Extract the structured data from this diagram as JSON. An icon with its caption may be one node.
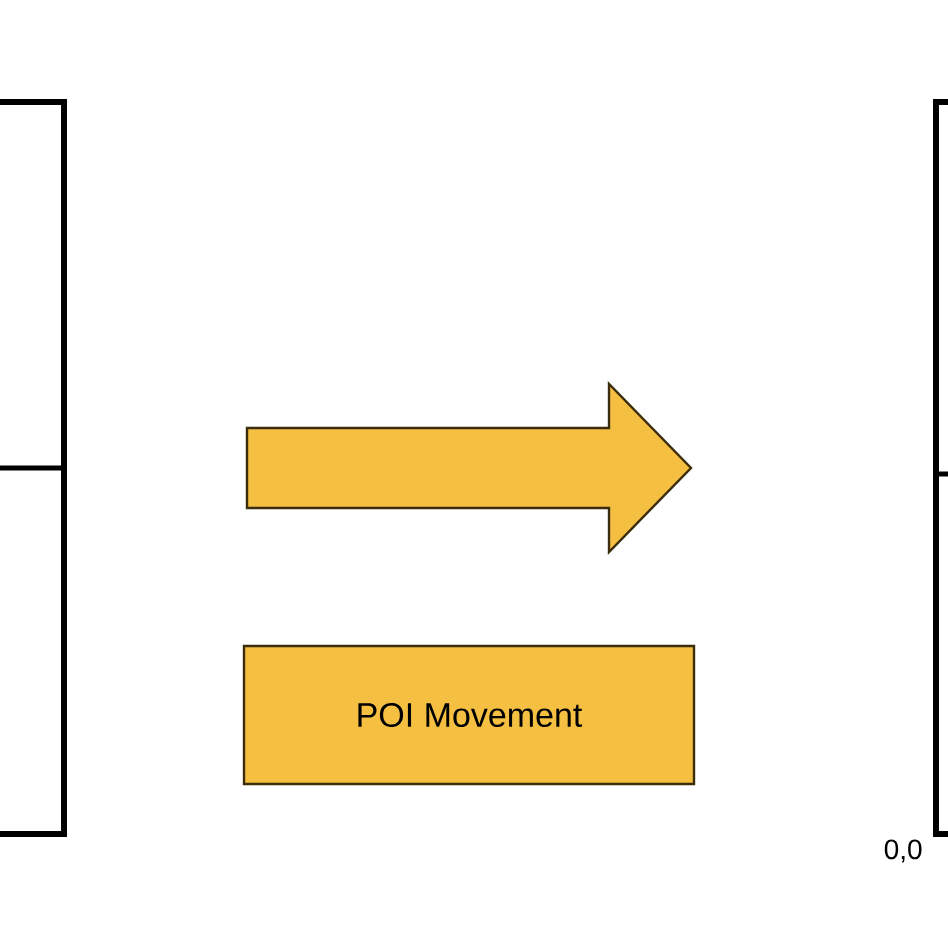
{
  "diagram": {
    "nodes": [
      {
        "text": [],
        "shape": "box"
      },
      {
        "text": [],
        "shape": "box"
      },
      {
        "text": [
          "POI Movement"
        ]
      }
    ],
    "edges": [
      {
        "from": 0,
        "to": 1,
        "arrow": "to"
      }
    ],
    "labels": [
      "0,0"
    ]
  }
}
